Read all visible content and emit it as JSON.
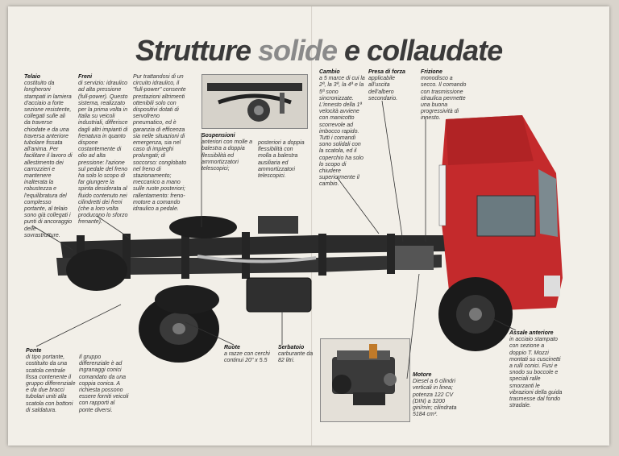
{
  "title": {
    "part1": "Strutture ",
    "part2": "solide",
    "part3": " e collaudate"
  },
  "captions": {
    "telaio": {
      "head": "Telaio",
      "body": "costituito da longheroni stampati in lamiera d'acciaio a forte sezione resistente, collegati sulle ali da traverse chiodate e da una traversa anteriore tubolare fissata all'anima. Per facilitare il lavoro di allestimento dei carrozzieri e mantenere inalterata la robustezza e l'equilibratura del complesso portante, al telaio sono già collegati i punti di ancoraggio delle sovrastrutture."
    },
    "freni": {
      "head": "Freni",
      "body": "di servizio: idraulico ad alta pressione (full-power). Questo sistema, realizzato per la prima volta in Italia su veicoli industriali, differisce dagli altri impianti di frenatura in quanto dispone costantemente di olio ad alta pressione: l'azione sul pedale del freno ha solo lo scopo di far giungere la spinta desiderata al fluido contenuto nei cilindretti dei freni (che a loro volta producono lo sforzo frenante)."
    },
    "freni2": {
      "body": "Pur trattandosi di un circuito idraulico, il \"full-power\" consente prestazioni altrimenti ottenibili solo con dispositivi dotati di servofreno pneumatico, ed è garanzia di efficenza sia nelle situazioni di emergenza, sia nel caso di impieghi prolungati; di soccorso: conglobato nel freno di stazionamento; meccanico a mano sulle ruote posteriori; rallentamento: freno-motore a comando idraulico a pedale."
    },
    "sospensioni": {
      "head": "Sospensioni",
      "body1": "anteriori con molle a balestra a doppia flessibilità ed ammortizzatori telescopici;",
      "body2": "posteriori a doppia flessibilità con molla a balestra ausiliaria ed ammortizzatori telescopici."
    },
    "cambio": {
      "head": "Cambio",
      "body": "a 5 marce di cui la 2ª, la 3ª, la 4ª e la 5ª sono sincronizzate. L'innesto della 1ª velocità avviene con manicotto scorrevole ad imbocco rapido. Tutti i comandi sono solidali con la scatola, ed il coperchio ha solo lo scopo di chiudere superiormente il cambio."
    },
    "presa": {
      "head": "Presa di forza",
      "body": "applicabile all'uscita dell'albero secondario."
    },
    "frizione": {
      "head": "Frizione",
      "body": "monodisco a secco. Il comando con trasmissione idraulica permette una buona progressività di innesto."
    },
    "ponte": {
      "head": "Ponte",
      "body": "di tipo portante, costituito da una scatola centrale fissa contenente il gruppo differenziale e da due bracci tubolari uniti alla scatola con bottoni di saldatura."
    },
    "differenziale": {
      "body": "Il gruppo differenziale è ad ingranaggi conici comandato da una coppia conica. A richiesta possono essere forniti veicoli con rapporti al ponte diversi."
    },
    "ruote": {
      "head": "Ruote",
      "body": "a razze con cerchi continui 20\" x 5.5"
    },
    "serbatoio": {
      "head": "Serbatoio",
      "body": "carburante da 82 litri."
    },
    "motore": {
      "head": "Motore",
      "body": "Diesel a 6 cilindri verticali in linea; potenza 122 CV (DIN) a 3200 giri/min; cilindrata 5184 cm³."
    },
    "assale": {
      "head": "Assale anteriore",
      "body": "in acciaio stampato con sezione a doppio T. Mozzi montati su cuscinetti a rulli conici. Fusi e snodo su boccole e speciali ralle smorzanti le vibrazioni della guida trasmesse dal fondo stradale."
    }
  },
  "colors": {
    "cab": "#c42a2c",
    "chassis": "#2b2b2b",
    "paper": "#f2efe8"
  }
}
